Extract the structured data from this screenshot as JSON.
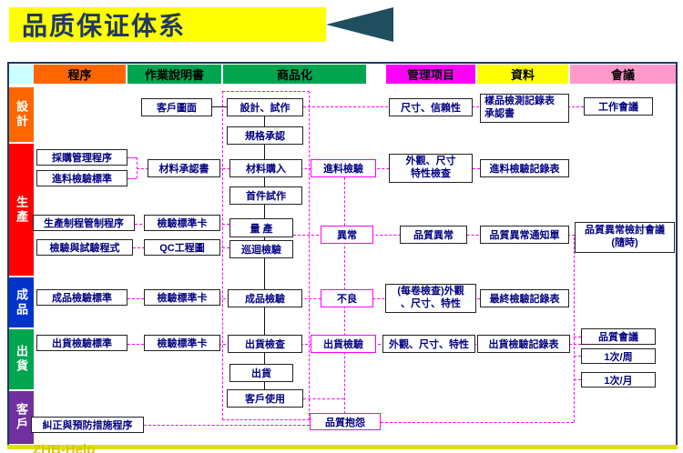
{
  "title": {
    "text": "品质保证体系"
  },
  "watermark": "ZHB-Help",
  "palette": {
    "title_bg": "#FFFF00",
    "title_text": "#1F3864",
    "arrow": "#1F4E5F",
    "frame_border": "#1F3864",
    "connector": "#FF00FF",
    "node_text": "#000080",
    "corner_bg": "#CCFFFF",
    "header_procedure_bg": "#FF6600",
    "header_work_instruction_bg": "#00A550",
    "header_commercialization_bg": "#00A550",
    "header_management_bg": "#FF00FF",
    "header_data_bg": "#FFFF00",
    "header_meeting_bg": "#FF99CC",
    "stage_design_bg": "#FF6600",
    "stage_production_bg": "#FF0000",
    "stage_finished_bg": "#0033CC",
    "stage_shipping_bg": "#00A550",
    "stage_customer_bg": "#7030A0"
  },
  "header": {
    "corner": "",
    "procedure": "程序",
    "work_instruction": "作業說明書",
    "commercialization": "商品化",
    "management": "管理项目",
    "data": "資料",
    "meeting": "會議"
  },
  "stages": {
    "design": "設計",
    "production": "生產",
    "finished": "成品",
    "shipping": "出貨",
    "customer": "客戶"
  },
  "nodes": {
    "customer_drawing": {
      "label": "客戶圖面"
    },
    "design_trial": {
      "label": "設計、試作"
    },
    "dimension_reliability": {
      "label": "尺寸、信賴性"
    },
    "sample_record": {
      "label": "樣品檢測記錄表",
      "line2": "承認書"
    },
    "work_meeting": {
      "label": "工作會議"
    },
    "spec_approval": {
      "label": "規格承認"
    },
    "purchase_procedure": {
      "label": "採購管理程序"
    },
    "incoming_standard": {
      "label": "進料檢驗標準"
    },
    "material_approval": {
      "label": "材料承認書"
    },
    "material_purchase": {
      "label": "材料購入"
    },
    "incoming_inspection": {
      "label": "進料檢驗"
    },
    "appearance_dim_check": {
      "label": "外觀、尺寸",
      "line2": "特性檢查"
    },
    "incoming_record": {
      "label": "進料檢驗記錄表"
    },
    "first_article": {
      "label": "首件試作"
    },
    "process_control": {
      "label": "生產制程管制程序"
    },
    "inspection_card_1": {
      "label": "檢驗標準卡"
    },
    "mass_production": {
      "label": "量 產"
    },
    "patrol_inspection": {
      "label": "巡迴檢驗"
    },
    "test_program": {
      "label": "檢驗與試驗程式"
    },
    "qc_diagram": {
      "label": "QC工程圖"
    },
    "abnormal": {
      "label": "異常"
    },
    "quality_abnormal": {
      "label": "品質異常"
    },
    "abnormal_notice": {
      "label": "品質異常通知單"
    },
    "abnormal_meeting": {
      "label": "品質異常檢討會議",
      "line2": "(隨時)"
    },
    "finished_standard": {
      "label": "成品檢驗標準"
    },
    "inspection_card_2": {
      "label": "檢驗標準卡"
    },
    "finished_inspection": {
      "label": "成品檢驗"
    },
    "defective": {
      "label": "不良"
    },
    "roll_check": {
      "label": "(每卷檢查)外觀",
      "line2": "、尺寸、特性"
    },
    "final_record": {
      "label": "最終檢驗記錄表"
    },
    "shipping_standard": {
      "label": "出貨檢驗標準"
    },
    "inspection_card_3": {
      "label": "檢驗標準卡"
    },
    "shipping_check": {
      "label": "出貨檢查"
    },
    "shipping_inspection": {
      "label": "出貨檢驗"
    },
    "appearance_dim_char": {
      "label": "外觀、尺寸、特性"
    },
    "shipping_record": {
      "label": "出貨檢驗記錄表"
    },
    "quality_meeting": {
      "label": "品質會議"
    },
    "meeting_weekly": {
      "label": "1次/周"
    },
    "meeting_monthly": {
      "label": "1次/月"
    },
    "ship": {
      "label": "出貨"
    },
    "customer_use": {
      "label": "客戶使用"
    },
    "quality_complaint": {
      "label": "品質抱怨"
    },
    "corrective_procedure": {
      "label": "糾正與預防措施程序"
    }
  }
}
